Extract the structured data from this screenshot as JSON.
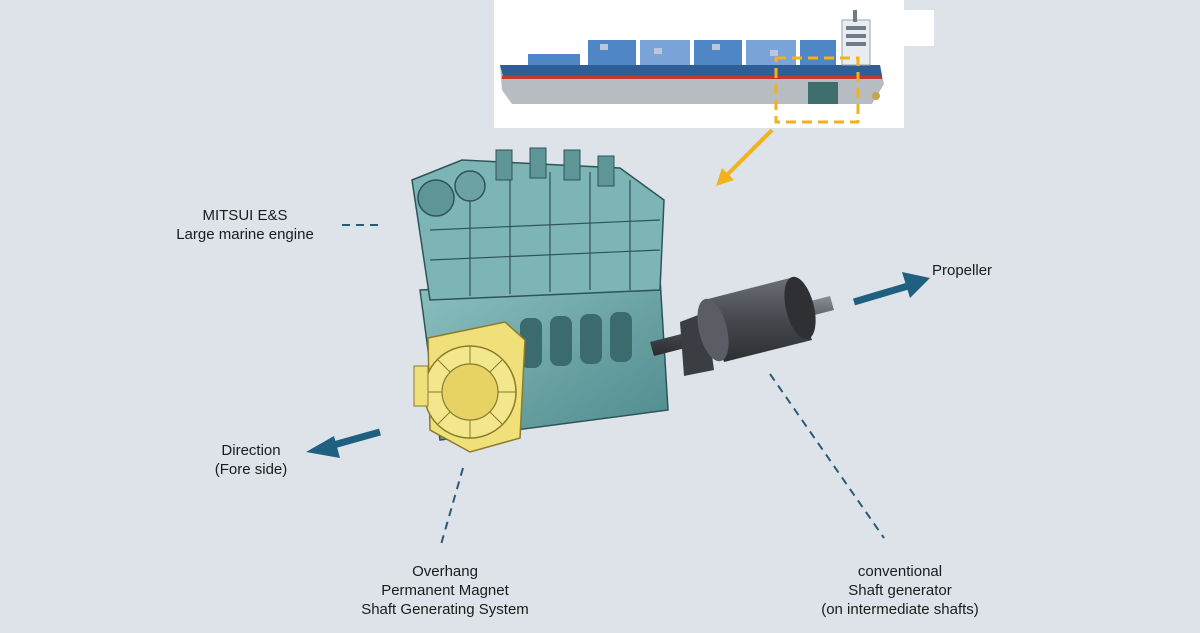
{
  "labels": {
    "engine": [
      "MITSUI E&S",
      "Large marine engine"
    ],
    "direction": [
      "Direction",
      "(Fore side)"
    ],
    "overhang": [
      "Overhang",
      "Permanent Magnet",
      "Shaft Generating System"
    ],
    "conventional": [
      "conventional",
      "Shaft generator",
      "(on intermediate shafts)"
    ],
    "propeller": "Propeller"
  },
  "colors": {
    "background": "#dde3e9",
    "engine_body": "#6fa8a9",
    "pm_generator": "#f0e07a",
    "shaft_generator": "#4a4d52",
    "arrow_blue": "#1f5f80",
    "callout_orange": "#f2b21c",
    "leader_line": "#2b5a78"
  }
}
